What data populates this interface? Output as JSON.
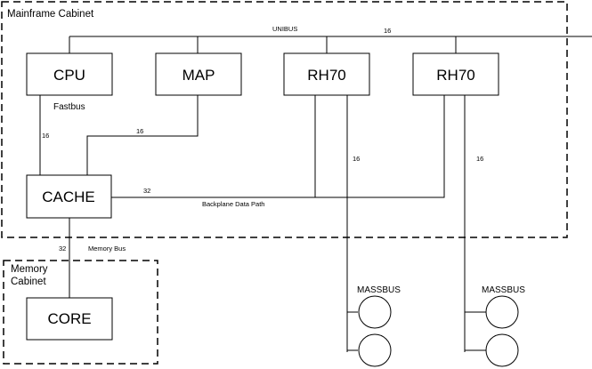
{
  "cabinets": {
    "mainframe": "Mainframe Cabinet",
    "memory_line1": "Memory",
    "memory_line2": "Cabinet"
  },
  "components": {
    "cpu": "CPU",
    "map": "MAP",
    "rh70_a": "RH70",
    "rh70_b": "RH70",
    "cache": "CACHE",
    "core": "CORE"
  },
  "buses": {
    "unibus": "UNIBUS",
    "unibus_width": "16",
    "fastbus": "Fastbus",
    "fastbus_width": "16",
    "map_width": "16",
    "backplane": "Backplane Data Path",
    "backplane_width": "32",
    "memory_bus": "Memory Bus",
    "memory_width": "32",
    "massbus_a_width": "16",
    "massbus_b_width": "16"
  },
  "massbus": {
    "a": "MASSBUS",
    "b": "MASSBUS"
  }
}
